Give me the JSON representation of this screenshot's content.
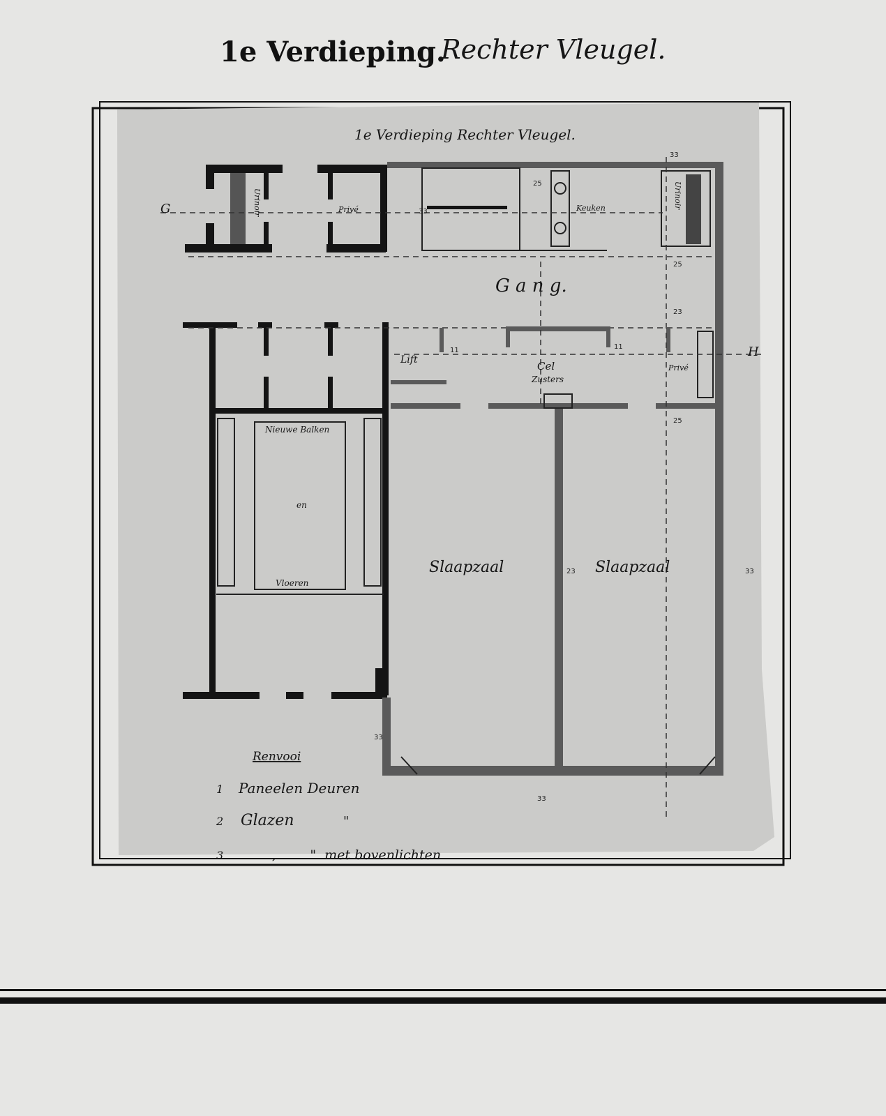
{
  "plate_title": {
    "floor": "1e Verdieping.",
    "wing": "Rechter Vleugel."
  },
  "drawing_title": "1e Verdieping  Rechter Vleugel.",
  "section_marks": {
    "left": "G",
    "right": "H"
  },
  "rooms": {
    "urinoir_left": "Urinoir",
    "prive_top": "Privé",
    "keuken": "Keuken",
    "urinoir_right": "Urinoir",
    "gang": "G a n g.",
    "lift": "Lift",
    "cel": "Cel",
    "zusters": "Zusters",
    "prive_right": "Privé",
    "nieuwe_balken": "Nieuwe Balken",
    "en": "en",
    "vloeren": "Vloeren",
    "slaapzaal_left": "Slaapzaal",
    "slaapzaal_right": "Slaapzaal"
  },
  "dimensions": {
    "d33": "33",
    "d25": "25",
    "d23": "23",
    "d11": "11"
  },
  "legend": {
    "title": "Renvooi",
    "items": [
      {
        "num": "1",
        "text": "Paneelen Deuren"
      },
      {
        "num": "2",
        "text": "Glazen",
        "ditto": "\""
      },
      {
        "num": "3",
        "text": ",        \"  met bovenlichten"
      }
    ]
  }
}
